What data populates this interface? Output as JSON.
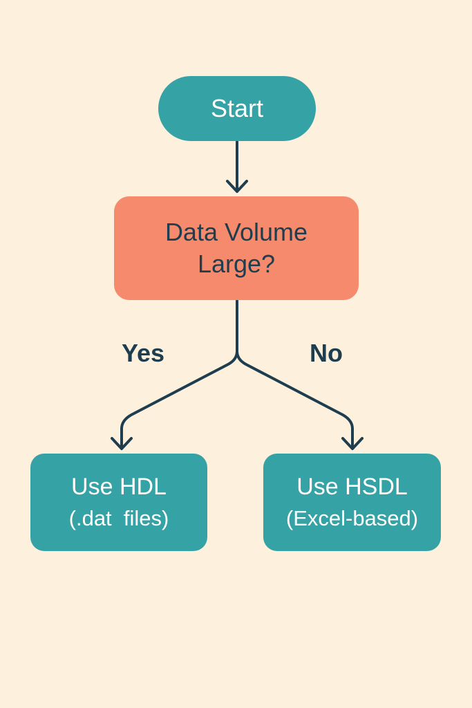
{
  "nodes": {
    "start": "Start",
    "decision": {
      "line1": "Data Volume",
      "line2": "Large?"
    },
    "hdl": {
      "line1": "Use HDL",
      "line2": "(.dat  files)"
    },
    "hsdl": {
      "line1": "Use HSDL",
      "line2": "(Excel-based)"
    }
  },
  "edges": {
    "yes": "Yes",
    "no": "No"
  },
  "colors": {
    "teal": "#35a3a6",
    "coral": "#f58a6c",
    "line": "#1e3d4f",
    "background": "#fdf0dc"
  }
}
